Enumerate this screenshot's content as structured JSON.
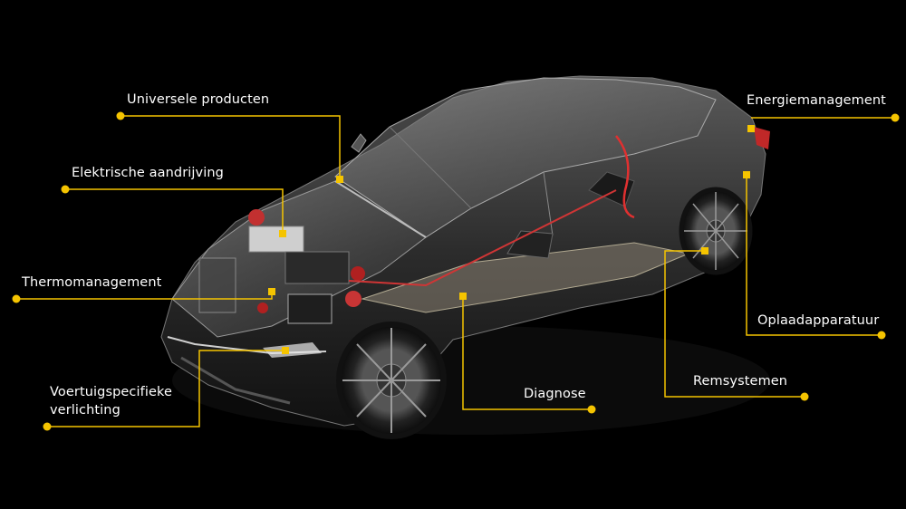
{
  "accent_color": "#f5c400",
  "car_icon": "electric-car-cutaway",
  "labels": {
    "universele": "Universele producten",
    "elektrische": "Elektrische aandrijving",
    "thermo": "Thermomanagement",
    "voertuig_line1": "Voertuigspecifieke",
    "voertuig_line2": "verlichting",
    "diagnose": "Diagnose",
    "energie": "Energiemanagement",
    "oplaad": "Oplaadapparatuur",
    "rem": "Remsystemen"
  }
}
